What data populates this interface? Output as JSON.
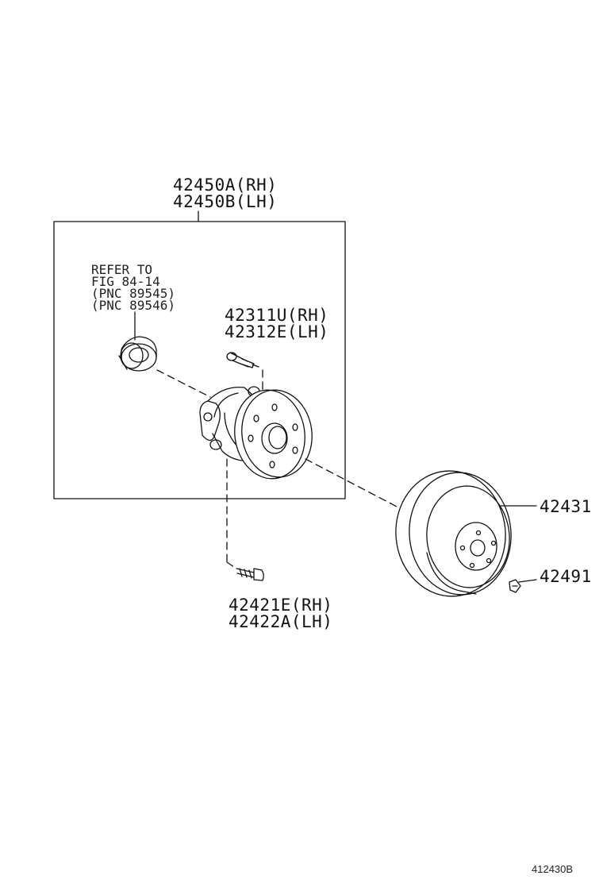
{
  "assembly": {
    "label_rh": "42450A(RH)",
    "label_lh": "42450B(LH)"
  },
  "reference_note": {
    "line1": "REFER TO",
    "line2": "FIG 84-14",
    "line3": "(PNC 89545)",
    "line4": "(PNC 89546)"
  },
  "hub_bolt": {
    "label_rh": "42311U(RH)",
    "label_lh": "42312E(LH)"
  },
  "mount_bolt": {
    "label_rh": "42421E(RH)",
    "label_lh": "42422A(LH)"
  },
  "disc": {
    "label": "42431"
  },
  "disc_screw": {
    "label": "42491"
  },
  "illustration_id": "412430B"
}
